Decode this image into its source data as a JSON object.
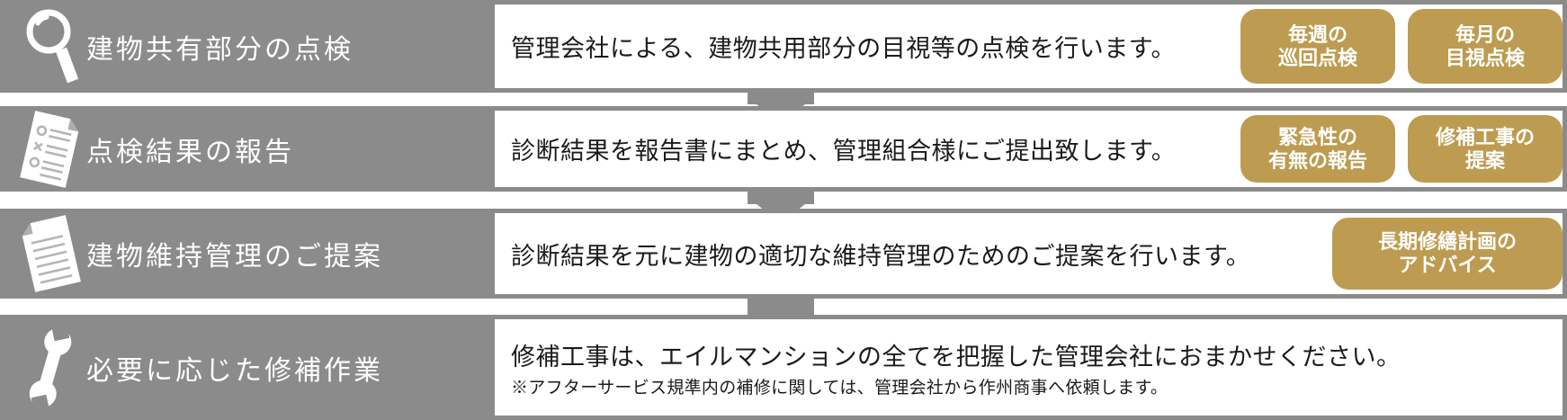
{
  "diagram_title": "building-maintenance-process-flow",
  "colors": {
    "band_gray": "#8b8b8b",
    "badge_gold": "#bd9b50",
    "panel_white": "#ffffff",
    "title_text": "#ffffff",
    "body_text": "#1b1b1b"
  },
  "steps": [
    {
      "icon": "magnifier-icon",
      "title": "建物共有部分の点検",
      "description": "管理会社による、建物共用部分の目視等の点検を行います。",
      "badges": [
        {
          "line1": "毎週の",
          "line2": "巡回点検"
        },
        {
          "line1": "毎月の",
          "line2": "目視点検"
        }
      ]
    },
    {
      "icon": "checklist-document-icon",
      "title": "点検結果の報告",
      "description": "診断結果を報告書にまとめ、管理組合様にご提出致します。",
      "badges": [
        {
          "line1": "緊急性の",
          "line2": "有無の報告"
        },
        {
          "line1": "修補工事の",
          "line2": "提案"
        }
      ]
    },
    {
      "icon": "document-icon",
      "title": "建物維持管理のご提案",
      "description": "診断結果を元に建物の適切な維持管理のためのご提案を行います。",
      "badges": [
        {
          "line1": "長期修繕計画の",
          "line2": "アドバイス"
        }
      ]
    },
    {
      "icon": "wrench-icon",
      "title": "必要に応じた修補作業",
      "description": "修補工事は、エイルマンションの全てを把握した管理会社におまかせください。",
      "note": "※アフターサービス規準内の補修に関しては、管理会社から作州商事へ依頼します。",
      "badges": []
    }
  ]
}
